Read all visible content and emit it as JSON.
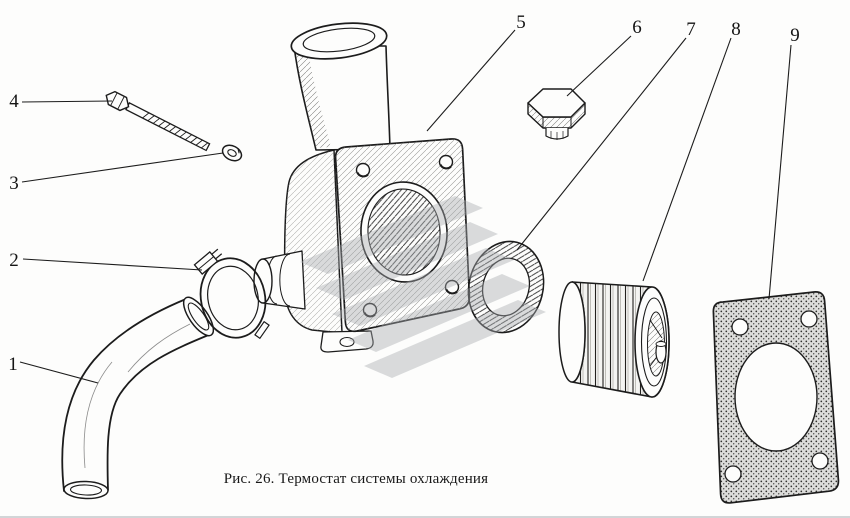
{
  "figure": {
    "caption": "Рис. 26. Термостат системы охлаждения",
    "callouts": [
      "1",
      "2",
      "3",
      "4",
      "5",
      "6",
      "7",
      "8",
      "9"
    ]
  },
  "icons": {
    "watermark": "diagonal-stripes-emblem-watermark"
  },
  "colors": {
    "ink": "#1c1c1c",
    "paper": "#fdfdfc",
    "watermark_gray": "#a8acb0"
  }
}
